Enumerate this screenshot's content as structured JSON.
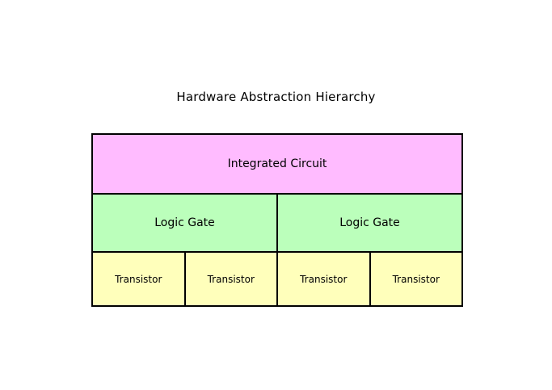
{
  "page": {
    "background_color": "#ffffff",
    "title": "Hardware Abstraction Hierarchy"
  },
  "diagram": {
    "type": "hierarchy-block-diagram",
    "border_color": "#000000",
    "tiers": [
      {
        "name": "integrated-circuit",
        "fill": "#ffbbff",
        "cells": [
          {
            "label": "Integrated Circuit"
          }
        ]
      },
      {
        "name": "logic-gate",
        "fill": "#bbffbb",
        "cells": [
          {
            "label": "Logic Gate"
          },
          {
            "label": "Logic Gate"
          }
        ]
      },
      {
        "name": "transistor",
        "fill": "#ffffbb",
        "cells": [
          {
            "label": "Transistor"
          },
          {
            "label": "Transistor"
          },
          {
            "label": "Transistor"
          },
          {
            "label": "Transistor"
          }
        ]
      }
    ]
  }
}
